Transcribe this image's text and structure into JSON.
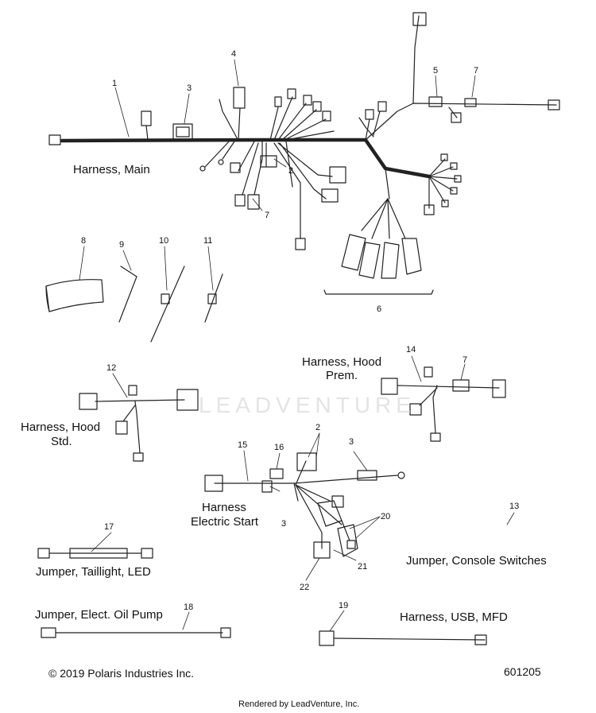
{
  "labels": {
    "harness_main": "Harness, Main",
    "harness_hood_prem_l1": "Harness, Hood",
    "harness_hood_prem_l2": "Prem.",
    "harness_hood_std_l1": "Harness, Hood",
    "harness_hood_std_l2": "Std.",
    "harness_elec_l1": "Harness",
    "harness_elec_l2": "Electric Start",
    "jumper_taillight": "Jumper, Taillight, LED",
    "jumper_console": "Jumper, Console Switches",
    "jumper_oil_pump": "Jumper, Elect. Oil Pump",
    "harness_usb": "Harness, USB, MFD"
  },
  "callouts": {
    "c1": "1",
    "c2a": "2",
    "c2b": "2",
    "c3a": "3",
    "c3b": "3",
    "c3c": "3",
    "c4": "4",
    "c5": "5",
    "c6": "6",
    "c7a": "7",
    "c7b": "7",
    "c7c": "7",
    "c8": "8",
    "c9": "9",
    "c10": "10",
    "c11": "11",
    "c12": "12",
    "c13": "13",
    "c14": "14",
    "c15": "15",
    "c16": "16",
    "c17": "17",
    "c18": "18",
    "c19": "19",
    "c20": "20",
    "c21": "21",
    "c22": "22"
  },
  "footer": {
    "copyright": "© 2019 Polaris Industries Inc.",
    "diagram_number": "601205",
    "rendered_by": "Rendered by LeadVenture, Inc."
  },
  "watermark": "LEADVENTURE",
  "colors": {
    "line": "#222222",
    "watermark": "#e4e4e4"
  }
}
